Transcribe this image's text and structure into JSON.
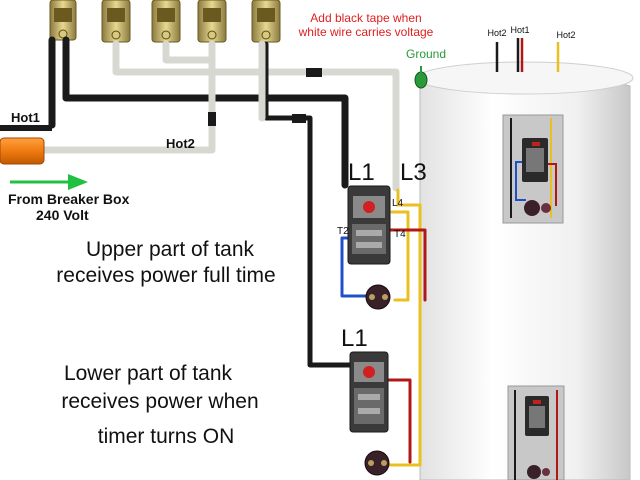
{
  "labels": {
    "tape_note_line1": "Add black tape when",
    "tape_note_line2": "white wire carries voltage",
    "ground": "Ground",
    "hot1_left": "Hot1",
    "hot2_left": "Hot2",
    "source_line1": "From Breaker Box",
    "source_line2": "240 Volt",
    "upper_line1": "Upper part of tank",
    "upper_line2": "receives power full time",
    "lower_line1": "Lower part of tank",
    "lower_line2": "receives power when",
    "lower_line3": "timer turns ON",
    "terminal_l1_upper": "L1",
    "terminal_l3": "L3",
    "terminal_l4": "L4",
    "terminal_t2": "T2",
    "terminal_t4": "T4",
    "terminal_l1_lower": "L1",
    "tank_hot2_left": "Hot2",
    "tank_hot1": "Hot1",
    "tank_hot2_right": "Hot2"
  },
  "colors": {
    "hot_wire": "#1a1a1a",
    "neutral_wire": "#d8d8d2",
    "yellow_wire": "#e8c020",
    "red_wire": "#b01818",
    "blue_wire": "#2050c8",
    "callout_text": "#e02020",
    "ground_text": "#2a9a3a",
    "arrow": "#22c040",
    "conduit": "#f07a10",
    "brass": "#b8a060"
  }
}
